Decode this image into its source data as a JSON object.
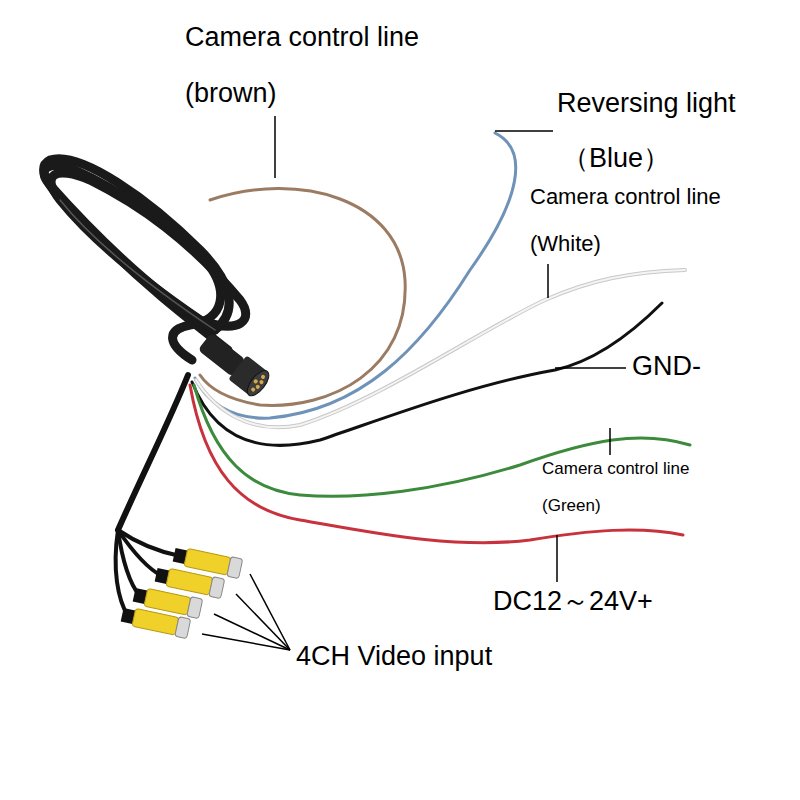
{
  "diagram": {
    "labels": [
      "Camera control line",
      "(brown)",
      "Reversing light",
      "（Blue）",
      "Camera control line",
      "(White)",
      "GND-",
      "Camera control line",
      "(Green)",
      "DC12～24V+",
      "4CH Video input"
    ]
  }
}
